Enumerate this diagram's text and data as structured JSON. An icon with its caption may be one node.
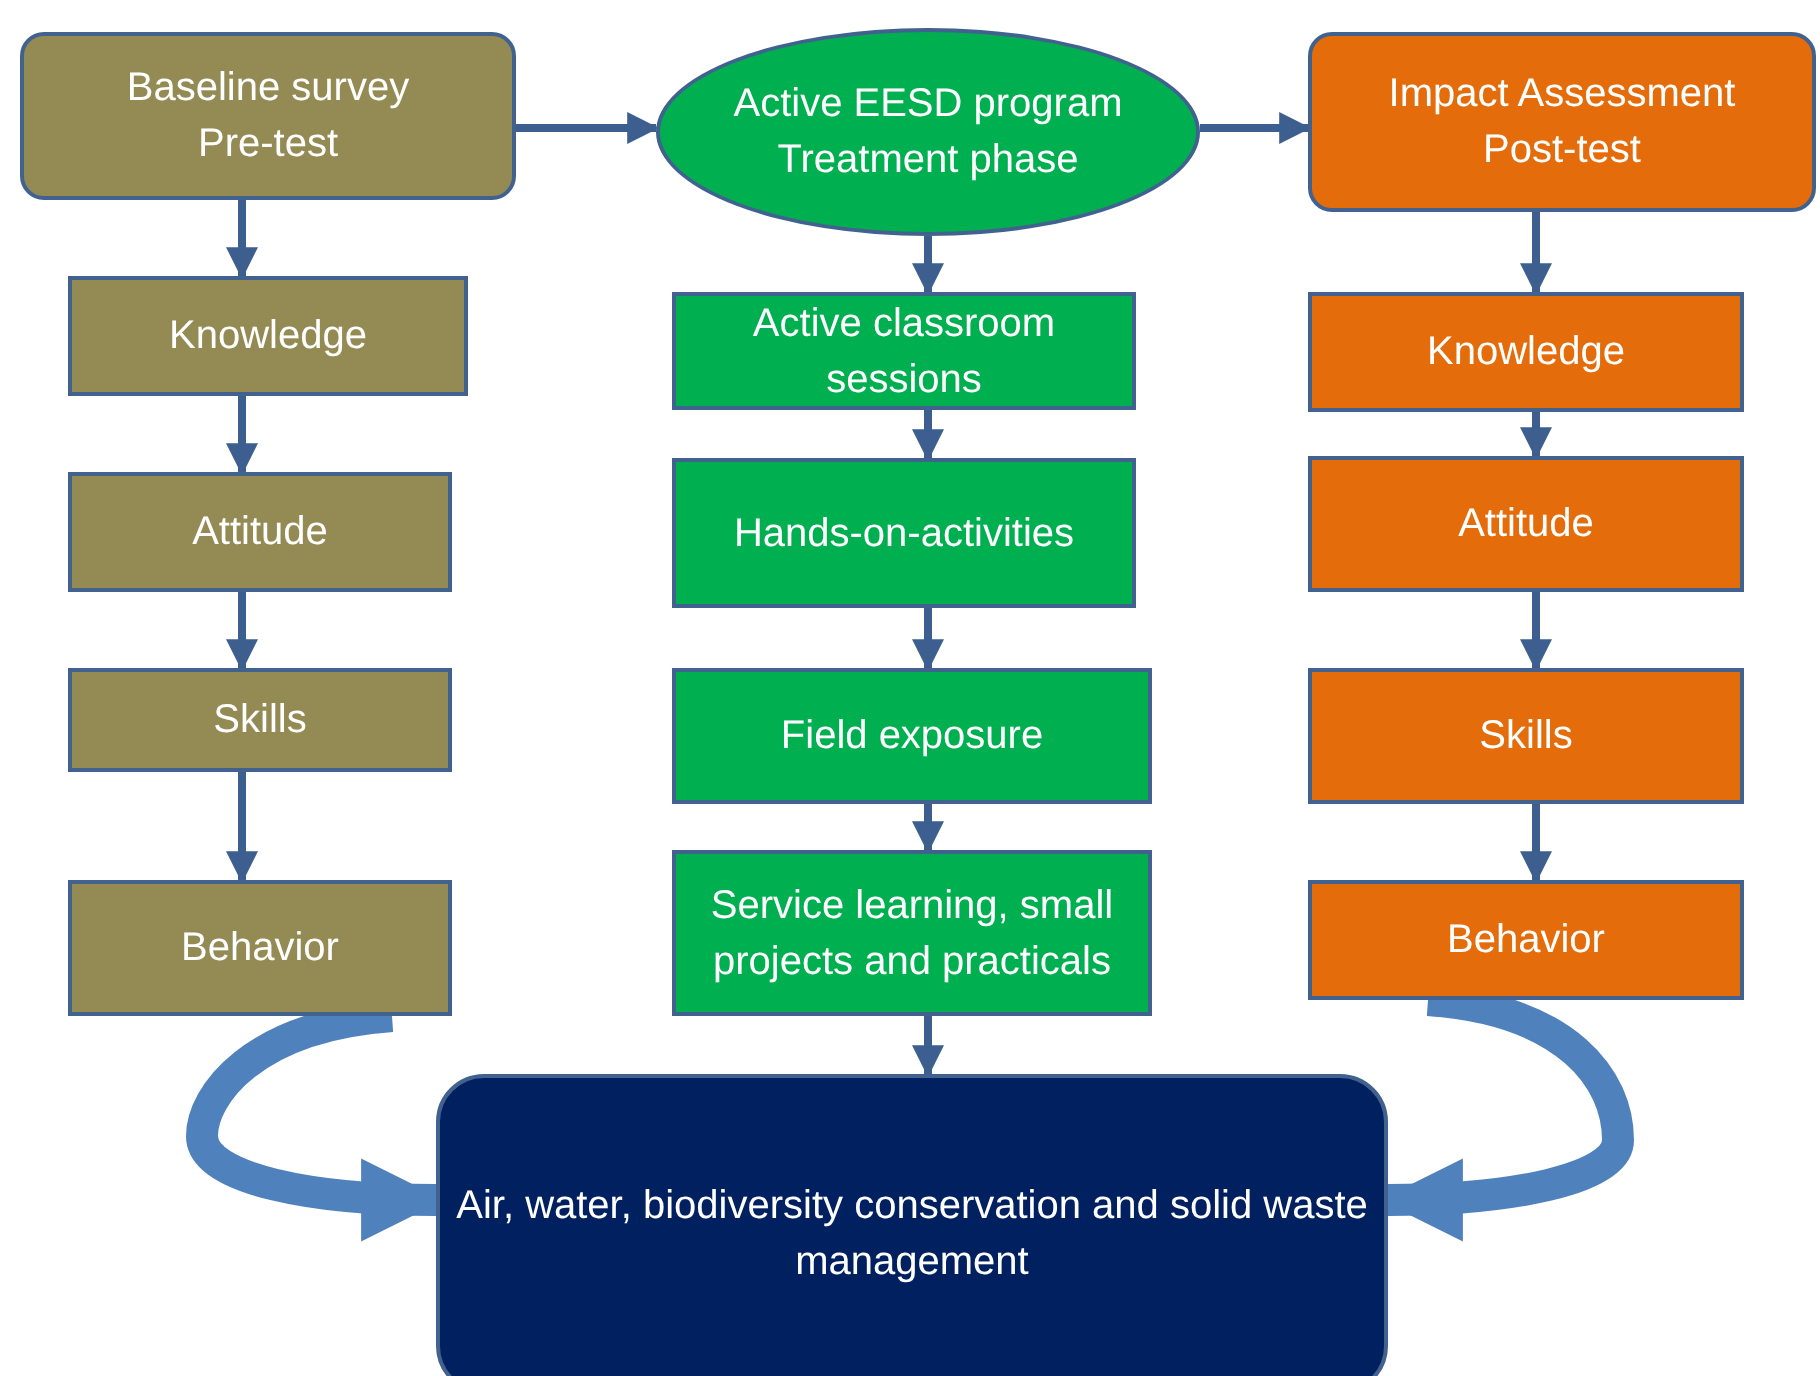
{
  "diagram": {
    "nodes": [
      {
        "text": [
          "Baseline survey",
          "Pre-test"
        ]
      },
      {
        "text": [
          "Knowledge"
        ]
      },
      {
        "text": [
          "Attitude"
        ]
      },
      {
        "text": [
          "Skills"
        ]
      },
      {
        "text": [
          "Behavior"
        ]
      },
      {
        "text": [
          "Active EESD program",
          "Treatment phase"
        ]
      },
      {
        "text": [
          "Active classroom sessions"
        ]
      },
      {
        "text": [
          "Hands-on-activities"
        ]
      },
      {
        "text": [
          "Field exposure"
        ]
      },
      {
        "text": [
          "Service learning, small projects and practicals"
        ]
      },
      {
        "text": [
          "Impact Assessment",
          "Post-test"
        ]
      },
      {
        "text": [
          "Knowledge"
        ]
      },
      {
        "text": [
          "Attitude"
        ]
      },
      {
        "text": [
          "Skills"
        ]
      },
      {
        "text": [
          "Behavior"
        ]
      },
      {
        "text": [
          "Air, water, biodiversity conservation and solid waste management"
        ]
      }
    ],
    "edges": [
      {
        "from": 0,
        "to": 5,
        "arrow": "to"
      },
      {
        "from": 5,
        "to": 10,
        "arrow": "to"
      },
      {
        "from": 0,
        "to": 1,
        "arrow": "to"
      },
      {
        "from": 1,
        "to": 2,
        "arrow": "to"
      },
      {
        "from": 2,
        "to": 3,
        "arrow": "to"
      },
      {
        "from": 3,
        "to": 4,
        "arrow": "to"
      },
      {
        "from": 5,
        "to": 6,
        "arrow": "to"
      },
      {
        "from": 6,
        "to": 7,
        "arrow": "to"
      },
      {
        "from": 7,
        "to": 8,
        "arrow": "to"
      },
      {
        "from": 8,
        "to": 9,
        "arrow": "to"
      },
      {
        "from": 9,
        "to": 15,
        "arrow": "to"
      },
      {
        "from": 10,
        "to": 11,
        "arrow": "to"
      },
      {
        "from": 11,
        "to": 12,
        "arrow": "to"
      },
      {
        "from": 12,
        "to": 13,
        "arrow": "to"
      },
      {
        "from": 13,
        "to": 14,
        "arrow": "to"
      },
      {
        "from": 4,
        "to": 15,
        "arrow": "to",
        "style": "thick",
        "color": "#4f81bd"
      },
      {
        "from": 14,
        "to": 15,
        "arrow": "to",
        "style": "thick",
        "color": "#4f81bd"
      }
    ]
  }
}
